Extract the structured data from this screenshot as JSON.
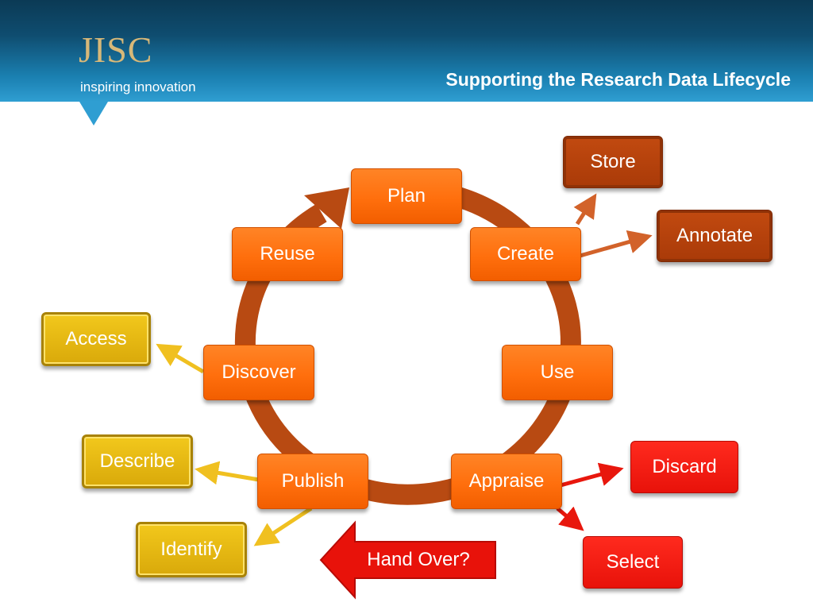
{
  "header": {
    "logo_text": "JISC",
    "tagline": "inspiring innovation",
    "title": "Supporting the Research Data Lifecycle"
  },
  "cycle": {
    "plan": "Plan",
    "create": "Create",
    "use": "Use",
    "appraise": "Appraise",
    "publish": "Publish",
    "discover": "Discover",
    "reuse": "Reuse"
  },
  "branches": {
    "store": "Store",
    "annotate": "Annotate",
    "discard": "Discard",
    "select": "Select",
    "access": "Access",
    "describe": "Describe",
    "identify": "Identify",
    "hand_over": "Hand Over?"
  },
  "colors": {
    "header_dark": "#0b3a55",
    "header_light": "#2f9ed2",
    "logo_gold": "#d8b878",
    "cycle_ring": "#b84a12",
    "cycle_box": "#ff6f0d",
    "store_annotate_box": "#a93a08",
    "discard_select_box": "#e8120a",
    "access_describe_identify_box": "#d9a90a",
    "hand_over_arrow": "#e8120a"
  }
}
